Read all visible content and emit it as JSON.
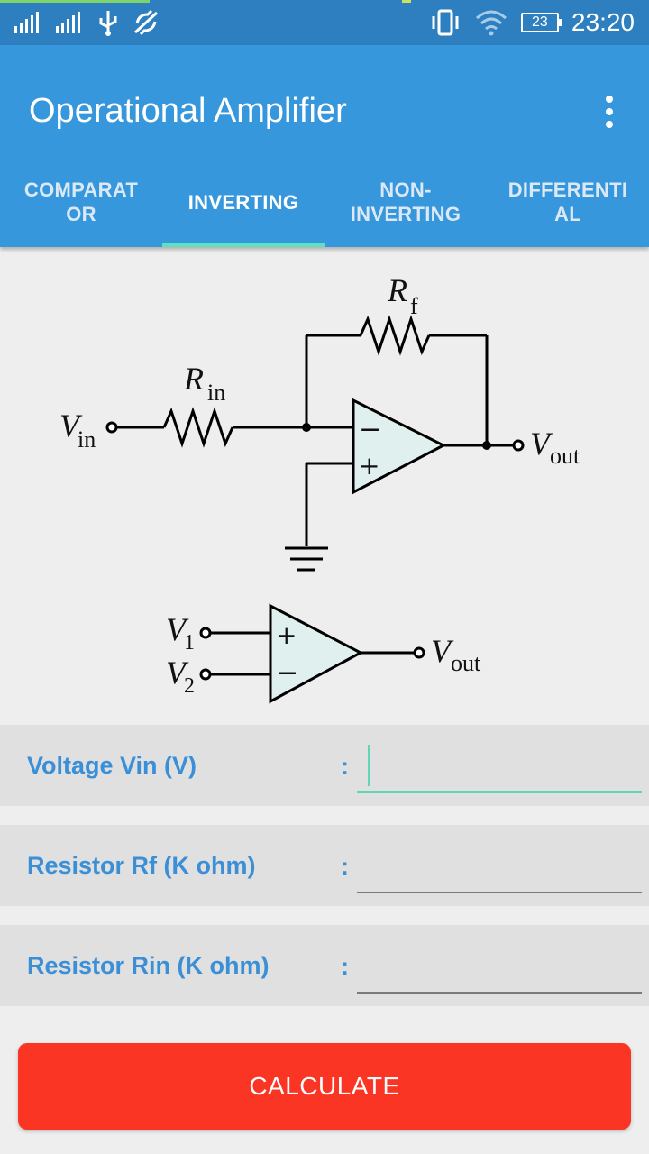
{
  "status_bar": {
    "time": "23:20",
    "battery": "23",
    "icons": [
      "signal-icon",
      "signal-icon",
      "usb-icon",
      "no-sync-icon",
      "vibrate-icon",
      "wifi-icon",
      "battery-icon"
    ]
  },
  "app_bar": {
    "title": "Operational Amplifier",
    "menu_icon": "overflow-menu-icon"
  },
  "tabs": [
    {
      "label_line1": "COMPARAT",
      "label_line2": "OR",
      "active": false
    },
    {
      "label_line1": "INVERTING",
      "label_line2": "",
      "active": true
    },
    {
      "label_line1": "NON-",
      "label_line2": "INVERTING",
      "active": false
    },
    {
      "label_line1": "DIFFERENTI",
      "label_line2": "AL",
      "active": false
    }
  ],
  "diagram": {
    "inverting": {
      "rf_label": "R",
      "rf_sub": "f",
      "rin_label": "R",
      "rin_sub": "in",
      "vin_label": "V",
      "vin_sub": "in",
      "vout_label": "V",
      "vout_sub": "out",
      "minus": "−",
      "plus": "+"
    },
    "comparator": {
      "v1_label": "V",
      "v1_sub": "1",
      "v2_label": "V",
      "v2_sub": "2",
      "vout_label": "V",
      "vout_sub": "out",
      "minus": "−",
      "plus": "+"
    }
  },
  "form": {
    "vin": {
      "label": "Voltage Vin (V)",
      "colon": ":",
      "value": "",
      "placeholder": ""
    },
    "rf": {
      "label": "Resistor Rf (K ohm)",
      "colon": ":",
      "value": "",
      "placeholder": ""
    },
    "rin": {
      "label": "Resistor Rin (K ohm)",
      "colon": ":",
      "value": "",
      "placeholder": ""
    }
  },
  "calculate_label": "CALCULATE",
  "colors": {
    "status_bar": "#2d7fbf",
    "app_bar": "#3797dc",
    "tab_indicator": "#5fe0c0",
    "label_blue": "#3a8fd6",
    "button_red": "#fb3524",
    "opamp_fill": "#dff0ee"
  }
}
